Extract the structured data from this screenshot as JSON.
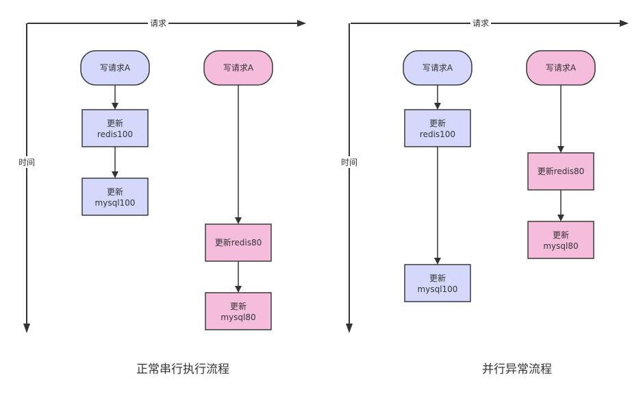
{
  "colors": {
    "blue_fill": "#d4d8fa",
    "pink_fill": "#f5bcdc",
    "stroke": "#36393d",
    "axis": "#333333",
    "text": "#333333"
  },
  "panels": [
    {
      "id": "serial",
      "caption": "正常串行执行流程",
      "x_axis_label": "请求",
      "y_axis_label": "时间",
      "columns": [
        {
          "color": "blue",
          "start": "写请求A",
          "steps": [
            {
              "lines": [
                "更新",
                "redis100"
              ]
            },
            {
              "lines": [
                "更新",
                "mysql100"
              ]
            }
          ]
        },
        {
          "color": "pink",
          "start": "写请求A",
          "steps": [
            {
              "lines": [
                "更新redis80"
              ]
            },
            {
              "lines": [
                "更新",
                "mysql80"
              ]
            }
          ]
        }
      ]
    },
    {
      "id": "parallel",
      "caption": "并行异常流程",
      "x_axis_label": "请求",
      "y_axis_label": "时间",
      "columns": [
        {
          "color": "blue",
          "start": "写请求A",
          "steps": [
            {
              "lines": [
                "更新",
                "redis100"
              ]
            },
            {
              "lines": [
                "更新",
                "mysql100"
              ]
            }
          ]
        },
        {
          "color": "pink",
          "start": "写请求A",
          "steps": [
            {
              "lines": [
                "更新redis80"
              ]
            },
            {
              "lines": [
                "更新",
                "mysql80"
              ]
            }
          ]
        }
      ]
    }
  ]
}
